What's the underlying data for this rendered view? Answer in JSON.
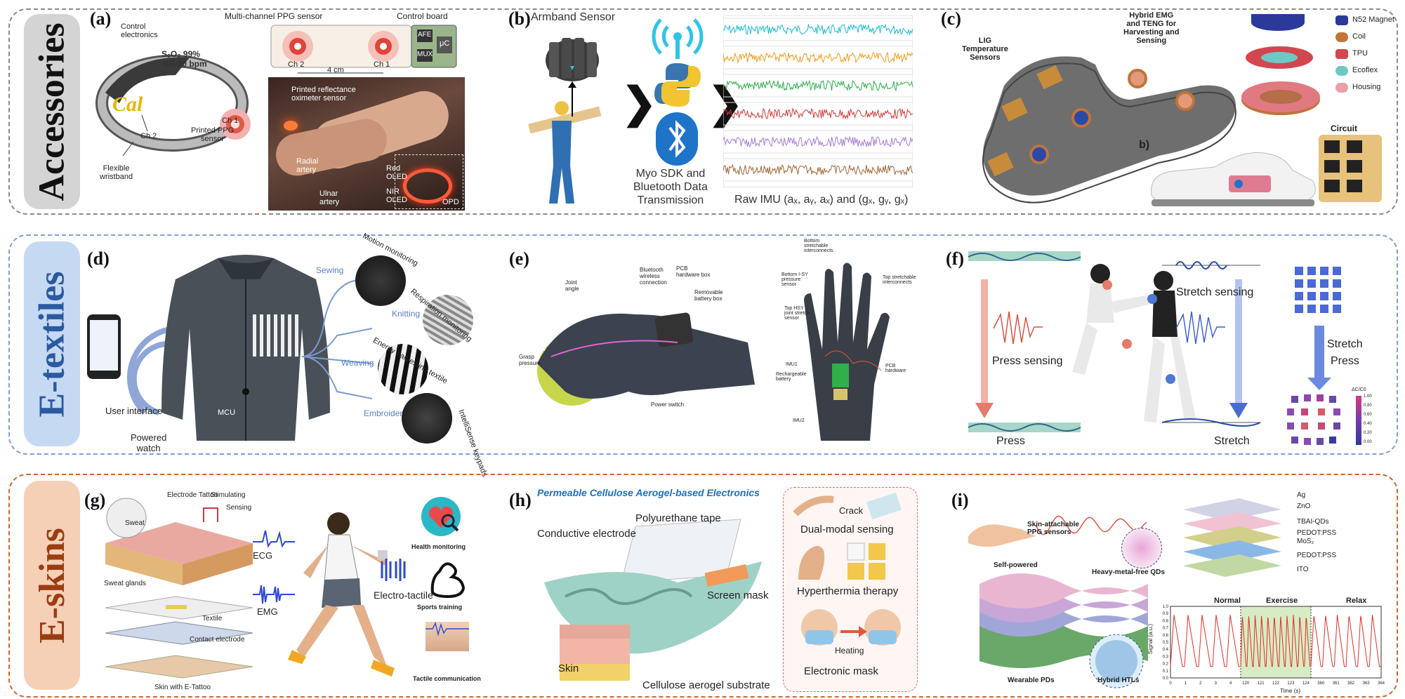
{
  "rows": [
    {
      "category": "Accessories"
    },
    {
      "category": "E-textiles"
    },
    {
      "category": "E-skins"
    }
  ],
  "panels": {
    "a": {
      "label": "(a)",
      "control_electronics": "Control\nelectronics",
      "spo2": "SₒO₂ 99%",
      "hr": "HR 80 bpm",
      "brand": "Cal",
      "ch2": "Ch 2",
      "ch1": "Ch 1",
      "printed_ppg": "Printed PPG\nsensor",
      "flexible": "Flexible\nwristband",
      "multichannel": "Multi-channel PPG sensor",
      "control_board": "Control board",
      "afe": "AFE",
      "mux": "MUX",
      "uc": "μC",
      "ch2b": "Ch 2",
      "ch1b": "Ch 1",
      "dist": "4 cm",
      "oximeter": "Printed reflectance\noximeter sensor",
      "radial": "Radial\nartery",
      "ulnar": "Ulnar\nartery",
      "red_oled": "Red\nOLED",
      "nir_oled": "NIR\nOLED",
      "opd": "OPD"
    },
    "b": {
      "label": "(b)",
      "armband": "Armband Sensor",
      "sdk": "Myo SDK and\nBluetooth Data\nTransmission",
      "imu": "Raw IMU (aₓ, aᵧ, aₓ) and (gₓ, gᵧ, gₓ)"
    },
    "c": {
      "label": "(c)",
      "lig": "LIG\nTemperature\nSensors",
      "hybrid": "Hybrid EMG\nand TENG for\nHarvesting and\nSensing",
      "legend": [
        {
          "name": "N52 Magnet",
          "color": "#2b3a9a"
        },
        {
          "name": "Coil",
          "color": "#c0743a"
        },
        {
          "name": "TPU",
          "color": "#d2474f"
        },
        {
          "name": "Ecoflex",
          "color": "#6ec9c4"
        },
        {
          "name": "Housing",
          "color": "#e9a0a8"
        }
      ],
      "circuit": "Circuit",
      "sub_b": "b)"
    },
    "d": {
      "label": "(d)",
      "sewing": "Sewing",
      "knitting": "Knitting",
      "weaving": "Weaving",
      "embroidering": "Embroidering",
      "motion": "Motion monitoring",
      "respiration": "Respiration monitoring",
      "energy": "Energy harvesting textile",
      "intellisense": "IntelliSense keypads",
      "user_interface": "User interface",
      "powered_watch": "Powered\nwatch",
      "mcu": "MCU"
    },
    "e": {
      "label": "(e)",
      "joint": "Joint\nangle",
      "bluetooth": "Bluetooth\nwireless\nconnection",
      "pcb_box": "PCB\nhardware box",
      "battery_box": "Removable\nbattery box",
      "grasp": "Grasp\npressure",
      "power": "Power switch",
      "bottom_inter": "Bottom\nstretchable\ninterconnects",
      "bottom_pressure": "Bottom I-SY\npressure\nsensor",
      "top_inter": "Top stretchable\ninterconnects",
      "top_joint": "Top HSY\njoint stretch\nsensor",
      "imu1": "IMU1",
      "recharge": "Rechargeable\nbattery",
      "pcb_hw": "PCB\nhardware",
      "imu2": "IMU2"
    },
    "f": {
      "label": "(f)",
      "stretch_sensing": "Stretch sensing",
      "press_sensing": "Press sensing",
      "press": "Press",
      "stretch": "Stretch",
      "stretch_r": "Stretch",
      "press_r": "Press",
      "cbar_title": "ΔC/C0",
      "cbar_ticks": [
        "1.00",
        "0.80",
        "0.60",
        "0.40",
        "0.20",
        "0.00"
      ]
    },
    "g": {
      "label": "(g)",
      "electrode_tattoo": "Electrode Tattoo",
      "stimulating": "Stimulating",
      "sensing": "Sensing",
      "sweat": "Sweat",
      "sweat_glands": "Sweat glands",
      "textile": "Textile",
      "contact": "Contact electrode",
      "skin_tattoo": "Skin with E-Tattoo",
      "ecg": "ECG",
      "emg": "EMG",
      "electro_tactile": "Electro-tactile",
      "health": "Health monitoring",
      "sports": "Sports training",
      "tactile": "Tactile communication"
    },
    "h": {
      "label": "(h)",
      "title": "Permeable Cellulose Aerogel-based Electronics",
      "pu_tape": "Polyurethane tape",
      "conductive": "Conductive electrode",
      "screen_mask": "Screen mask",
      "skin": "Skin",
      "substrate": "Cellulose aerogel substrate",
      "crack": "Crack",
      "dual": "Dual-modal sensing",
      "hyper": "Hyperthermia therapy",
      "heating": "Heating",
      "emask": "Electronic mask"
    },
    "i": {
      "label": "(i)",
      "skin_ppg": "Skin-attachable\nPPG sensors",
      "self_powered": "Self-powered",
      "heavy": "Heavy-metal-free QDs",
      "wearable": "Wearable PDs",
      "hybrid": "Hybrid HTLs",
      "layers": [
        "Ag",
        "ZnO",
        "TBAI-QDs",
        "PEDOT:PSS\nMoS₂",
        "PEDOT:PSS",
        "ITO"
      ],
      "normal": "Normal",
      "exercise": "Exercise",
      "relax": "Relax",
      "ylabel": "Signal (a.u.)",
      "xlabel": "Time (s)",
      "yticks": [
        "1.0",
        "0.9",
        "0.8",
        "0.7",
        "0.6",
        "0.5",
        "0.4",
        "0.3",
        "0.2",
        "0.1",
        "0.0"
      ],
      "xticks": [
        "0",
        "1",
        "2",
        "3",
        "4",
        "120",
        "121",
        "122",
        "123",
        "124",
        "360",
        "361",
        "362",
        "363",
        "364"
      ]
    }
  },
  "colors": {
    "accessories_bg": "#d4d4d4",
    "etextiles_bg": "#c6d9f3",
    "eskins_bg": "#f6d0b6"
  }
}
